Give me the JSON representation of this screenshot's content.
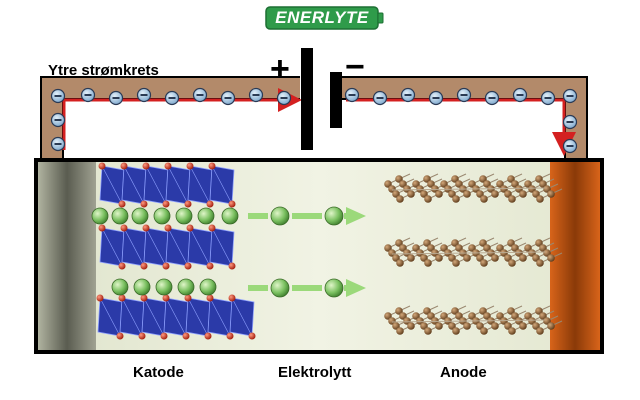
{
  "brand": {
    "text": "ENERLYTE",
    "color_bg": "#2f9b4a",
    "color_border": "#1d6f33"
  },
  "labels": {
    "outer_circuit": "Ytre strømkrets",
    "cathode": "Katode",
    "electrolyte": "Elektrolytt",
    "anode": "Anode"
  },
  "battery_symbols": {
    "plus": "+",
    "minus": "−"
  },
  "electron_symbol": "−",
  "colors": {
    "wire": "#b38a6a",
    "current_arrow": "#d42020",
    "electron": "#8fb8dc",
    "ion": "#7ac060",
    "ion_arrow": "#7ccc5a",
    "cathode_crystal": "#2b3aa8",
    "oxygen": "#c82010",
    "anode_carbon": "#7a5230",
    "anode_collector": "#c85a10",
    "cathode_collector": "#8a8a7a",
    "electrolyte_bg": "#e9ecd8"
  },
  "icons": [
    "electron-icon",
    "lithium-ion-icon",
    "ion-flow-arrow-icon",
    "battery-symbol-icon"
  ]
}
